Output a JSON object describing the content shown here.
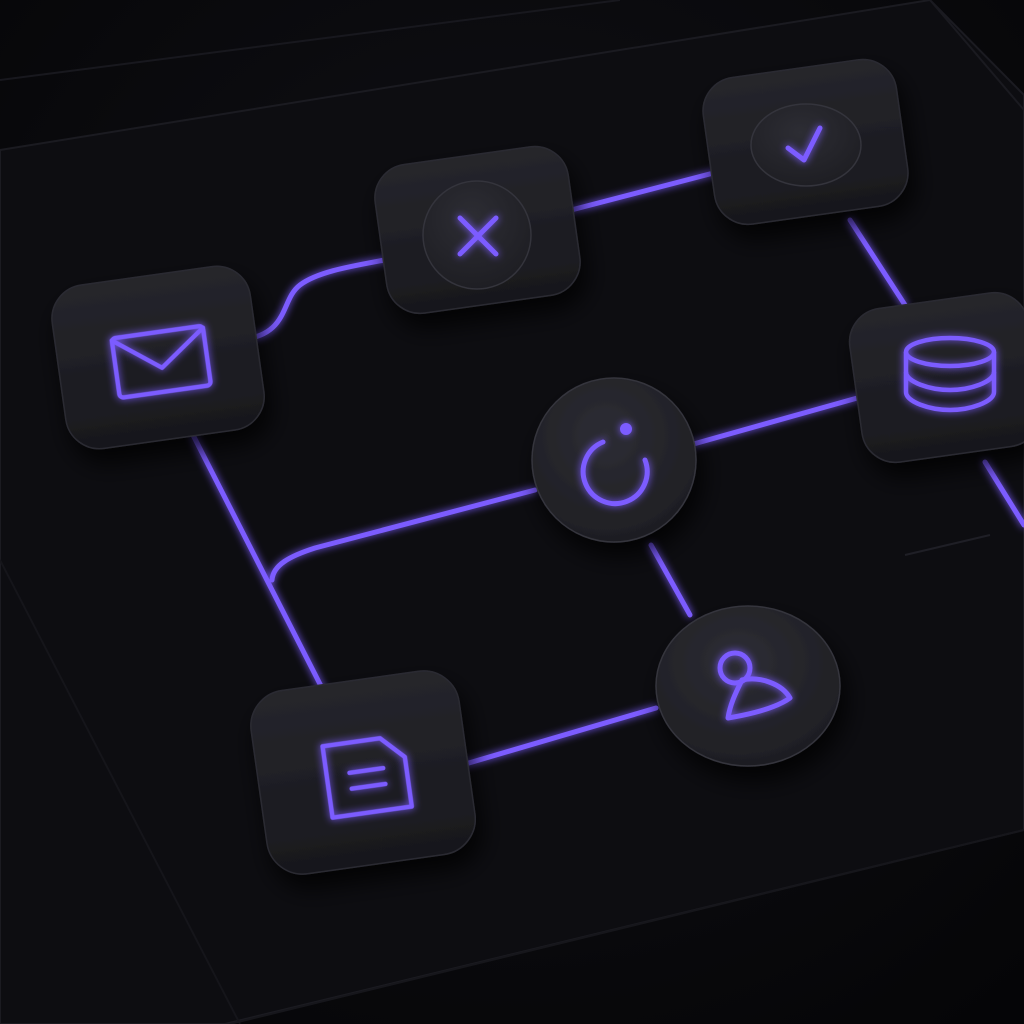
{
  "theme": {
    "background": "#07070a",
    "panel": "#0e0e12",
    "tile": "#1d1d22",
    "tile_inner": "#26262c",
    "accent": "#7b5cff",
    "accent_glow": "#5b3dff"
  },
  "nodes": [
    {
      "id": "mail",
      "icon": "mail-icon",
      "interactive": true
    },
    {
      "id": "reject",
      "icon": "x-icon",
      "interactive": true
    },
    {
      "id": "approve",
      "icon": "check-icon",
      "interactive": true
    },
    {
      "id": "database",
      "icon": "database-icon",
      "interactive": true
    },
    {
      "id": "process",
      "icon": "loading-icon",
      "interactive": true
    },
    {
      "id": "document",
      "icon": "document-icon",
      "interactive": true
    },
    {
      "id": "user",
      "icon": "user-icon",
      "interactive": true
    }
  ],
  "connections": [
    {
      "from": "mail",
      "to": "reject"
    },
    {
      "from": "reject",
      "to": "approve"
    },
    {
      "from": "approve",
      "to": "database"
    },
    {
      "from": "database",
      "to": "process"
    },
    {
      "from": "mail",
      "to": "document"
    },
    {
      "from": "process",
      "to": "document"
    },
    {
      "from": "process",
      "to": "user"
    },
    {
      "from": "document",
      "to": "user"
    }
  ]
}
